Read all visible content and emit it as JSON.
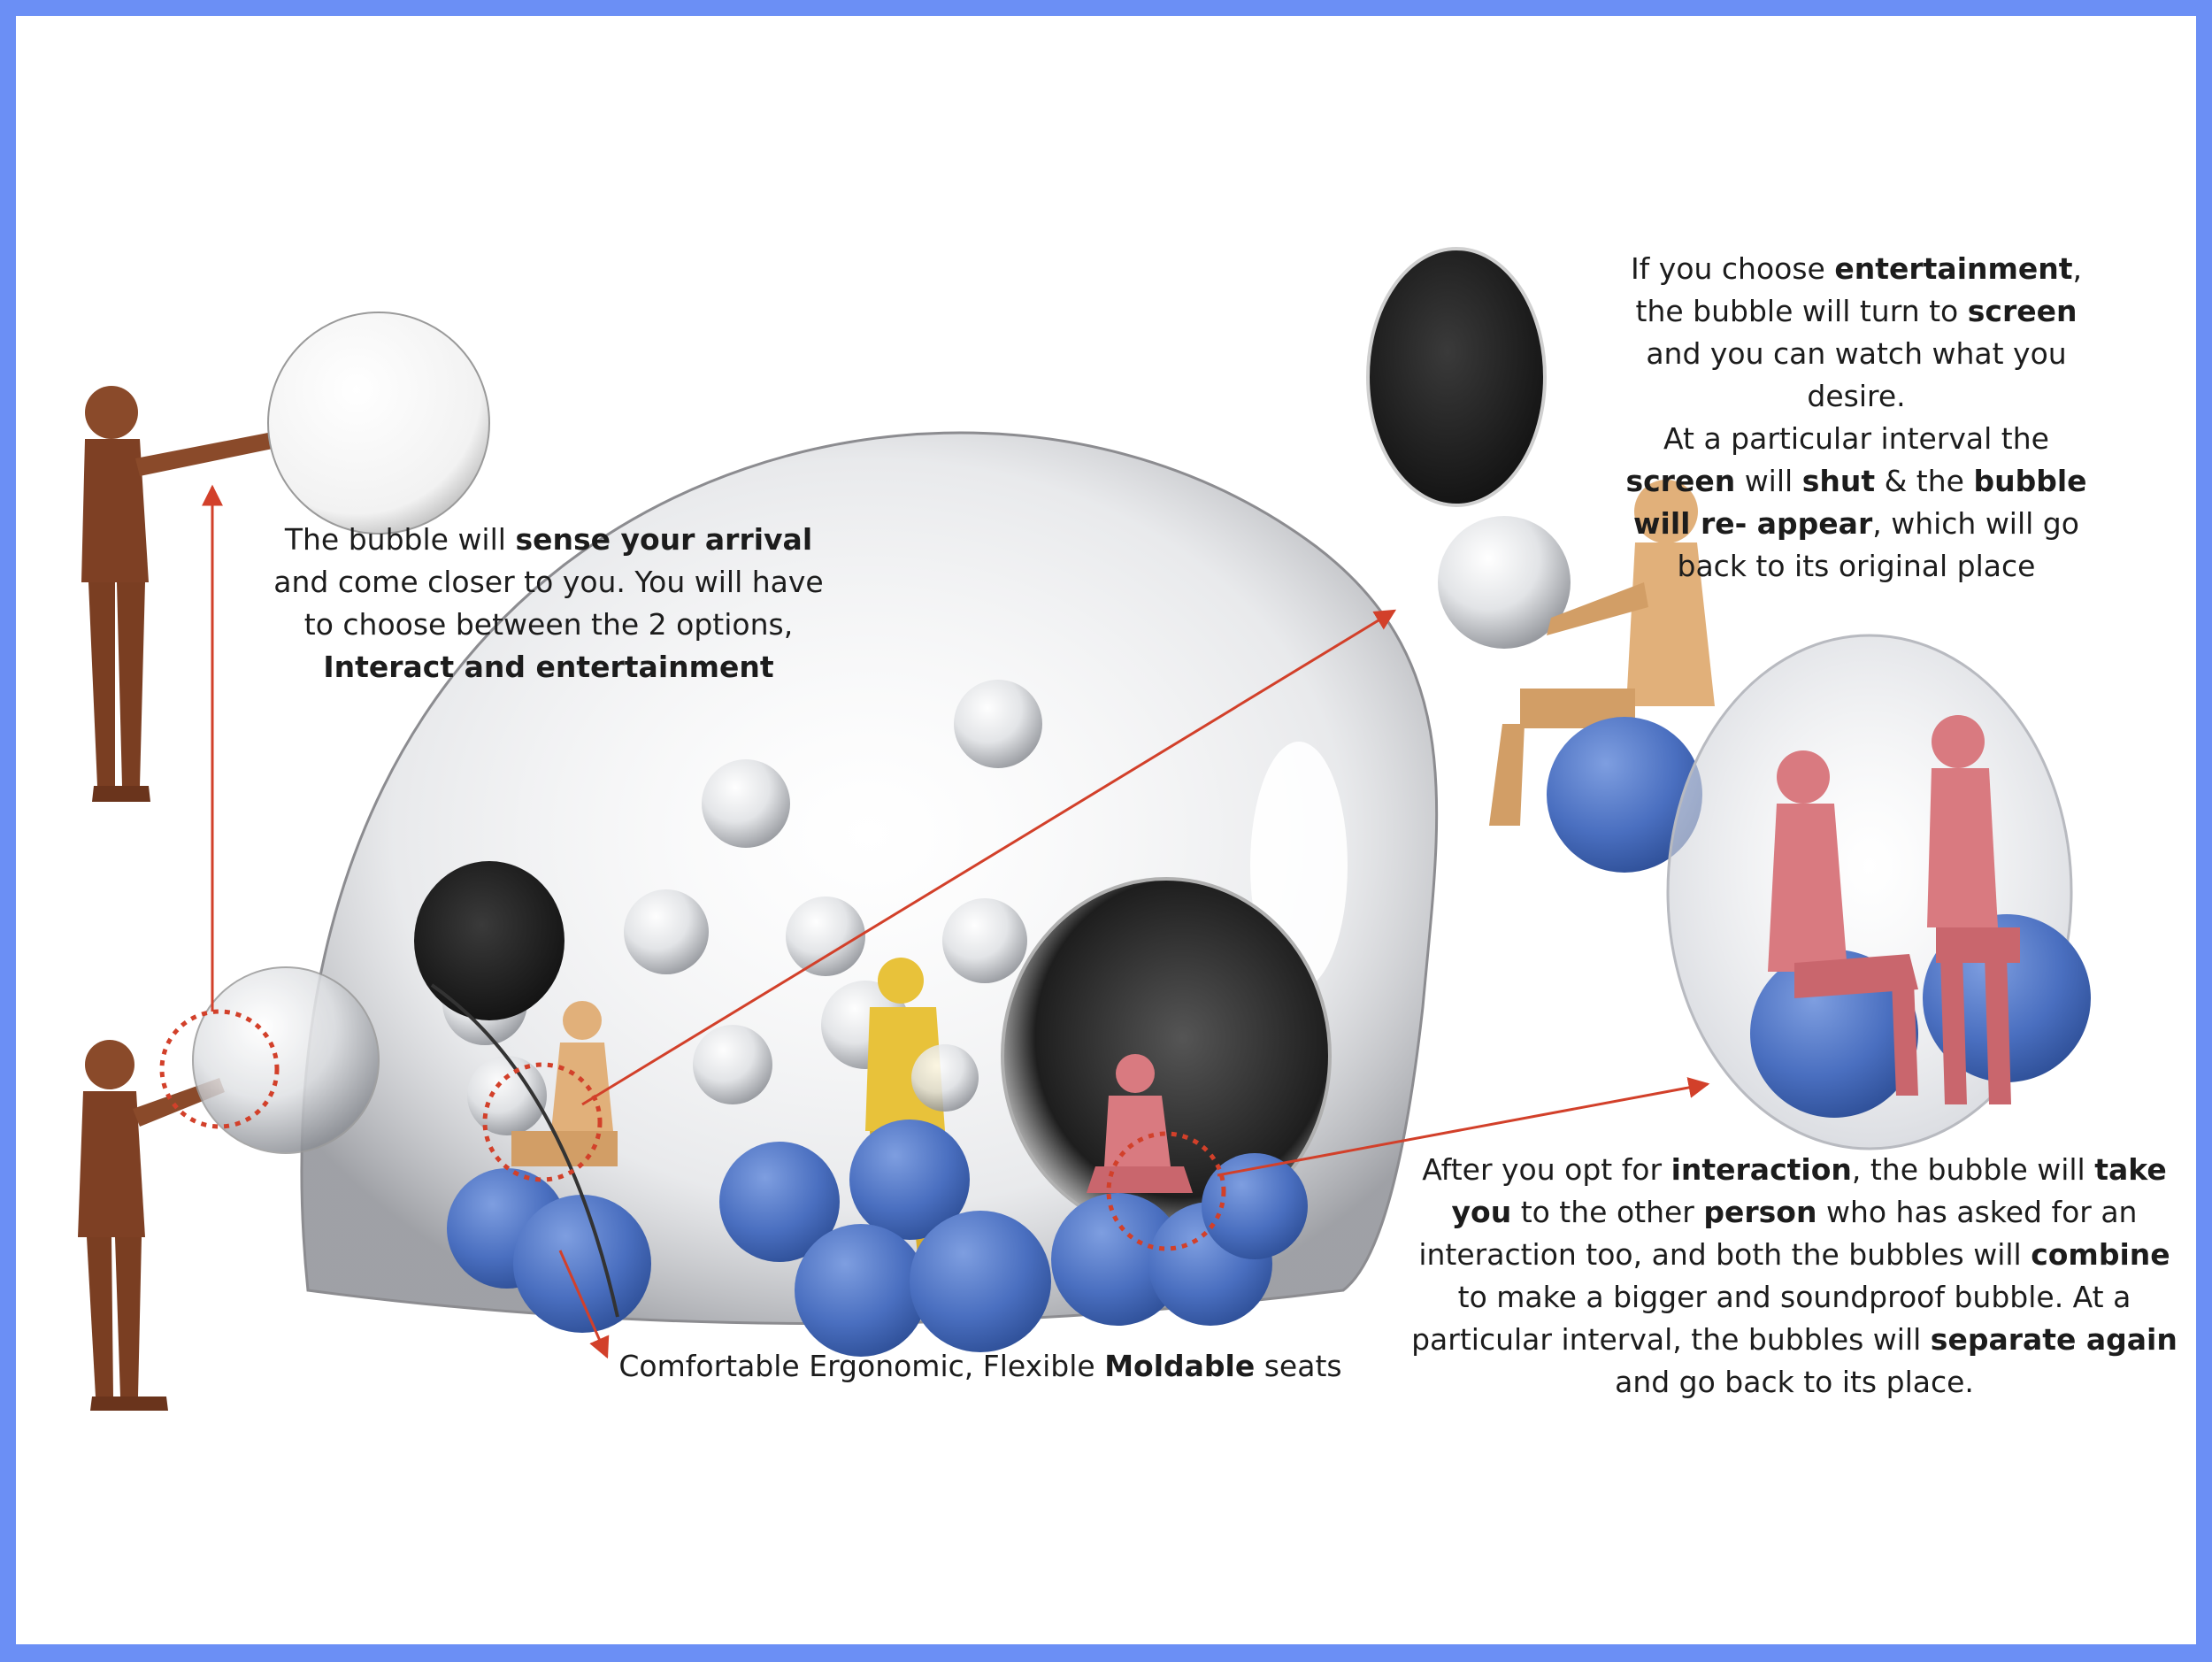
{
  "colors": {
    "border": "#6b8ff5",
    "seat": "#4a6fc0",
    "person_brown": "#8a4a2a",
    "person_tan": "#e1b07a",
    "person_yellow": "#e8c23a",
    "person_pink": "#d97a80",
    "arrow": "#d2402a"
  },
  "captions": {
    "arrival": {
      "l1_a": "The bubble will ",
      "l1_b": "sense your arrival",
      "l2": "and come closer to you. You will have",
      "l3": "to choose between the 2 options,",
      "l4": "Interact and entertainment"
    },
    "entertainment": {
      "l1_a": "If you choose ",
      "l1_b": "entertainment",
      "l1_c": ",",
      "l2_a": "the bubble will turn to ",
      "l2_b": "screen",
      "l3": "and you can watch what you",
      "l4": "desire.",
      "l5": "At a particular interval the",
      "l6_a": "screen",
      "l6_b": " will ",
      "l6_c": "shut",
      "l6_d": " & the ",
      "l6_e": "bubble",
      "l7_a": "will re- appear",
      "l7_b": ", which will go",
      "l8": "back to its original place"
    },
    "interaction": {
      "l1_a": "After you opt for ",
      "l1_b": "interaction",
      "l1_c": ", the bubble will ",
      "l1_d": "take",
      "l2_a": "you",
      "l2_b": " to the other ",
      "l2_c": "person",
      "l2_d": " who has asked for an",
      "l3_a": "interaction too, and both the bubbles will ",
      "l3_b": "combine",
      "l4": "to make a bigger and soundproof bubble. At a",
      "l5_a": "particular interval, the bubbles will ",
      "l5_b": "separate again",
      "l6": "and go back to its place."
    },
    "seats": {
      "a": "Comfortable Ergonomic, Flexible ",
      "b": "Moldable",
      "c": " seats"
    }
  }
}
